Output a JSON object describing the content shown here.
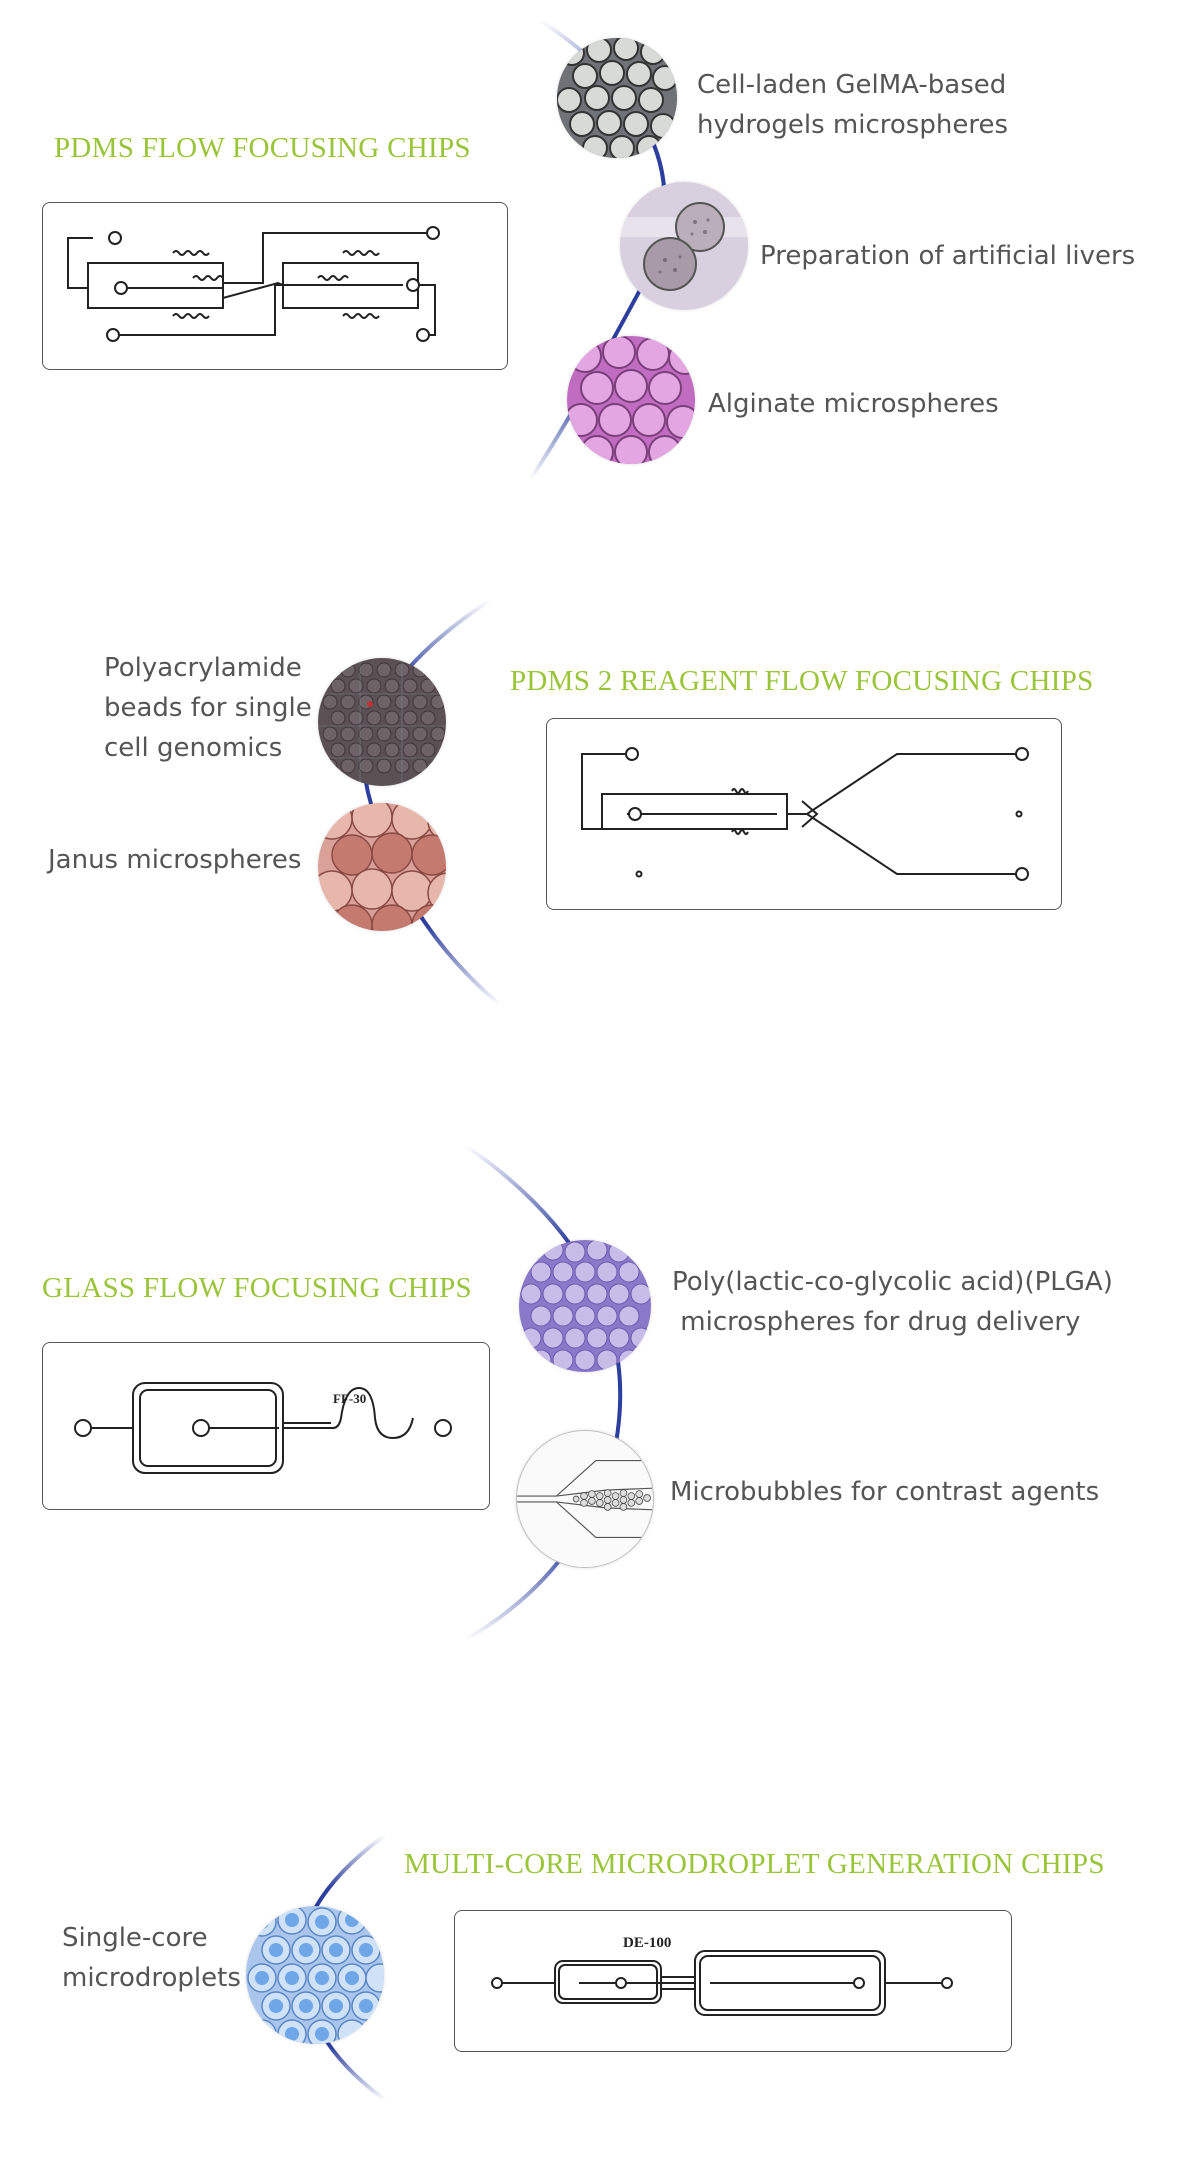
{
  "sections": {
    "s1": {
      "title": "PDMS FLOW FOCUSING CHIPS",
      "items": [
        {
          "label_line1": "Cell-laden GelMA-based",
          "label_line2": "hydrogels microspheres"
        },
        {
          "label": "Preparation of artificial livers"
        },
        {
          "label": "Alginate microspheres"
        }
      ]
    },
    "s2": {
      "title": "PDMS 2 REAGENT FLOW FOCUSING CHIPS",
      "items": [
        {
          "label_line1": "Polyacrylamide",
          "label_line2": "beads for single",
          "label_line3": "cell genomics"
        },
        {
          "label": "Janus microspheres"
        }
      ]
    },
    "s3": {
      "title": "GLASS FLOW FOCUSING CHIPS",
      "chip_label": "FF-30",
      "items": [
        {
          "label_line1": "Poly(lactic-co-glycolic acid)(PLGA)",
          "label_line2": " microspheres for drug delivery"
        },
        {
          "label": "Microbubbles for contrast agents"
        }
      ]
    },
    "s4": {
      "title": "MULTI-CORE MICRODROPLET GENERATION CHIPS",
      "chip_label": "DE-100",
      "items": [
        {
          "label_line1": "Single-core",
          "label_line2": "microdroplets"
        }
      ]
    }
  },
  "colors": {
    "title_green": "#9ac43a",
    "arc_blue": "#2c3e9e",
    "label_gray": "#555555"
  }
}
